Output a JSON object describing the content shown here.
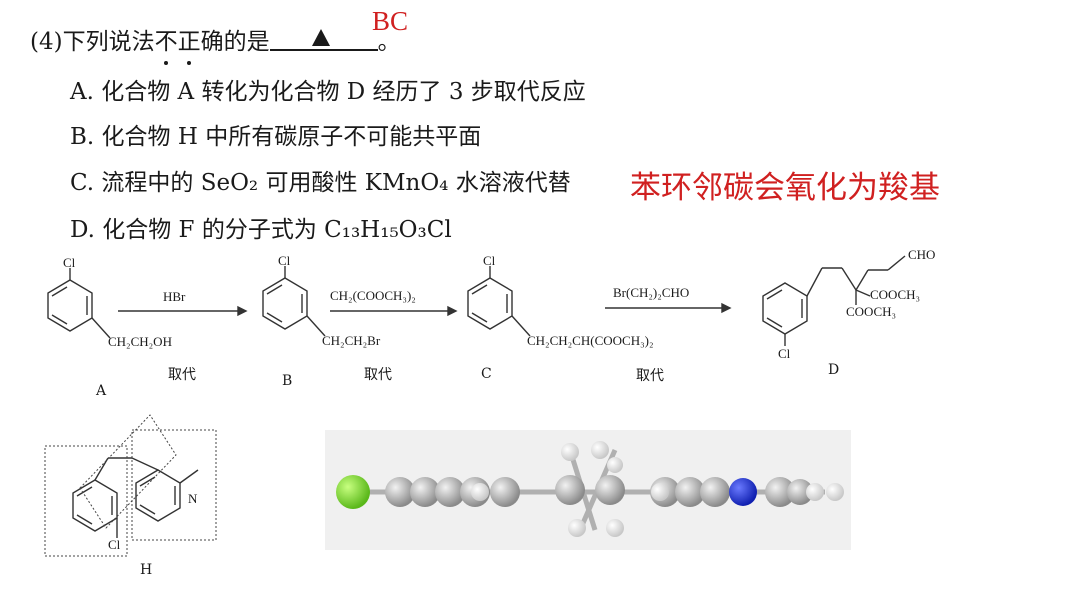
{
  "question": {
    "prefix": "(4)下列说法",
    "dotted": [
      "不",
      "正"
    ],
    "suffix": "确的是",
    "end": "。",
    "answer": "BC"
  },
  "options": [
    "A. 化合物 A 转化为化合物 D 经历了 3 步取代反应",
    "B. 化合物 H 中所有碳原子不可能共平面",
    "C. 流程中的 SeO₂ 可用酸性 KMnO₄ 水溶液代替",
    "D. 化合物 F 的分子式为 C₁₃H₁₅O₃Cl"
  ],
  "note": "苯环邻碳会氧化为羧基",
  "scheme": {
    "A": {
      "label": "A",
      "subst": "Cl",
      "chain": "CH₂CH₂OH"
    },
    "arrow1": {
      "reagent": "HBr",
      "type": "取代"
    },
    "B": {
      "label": "B",
      "subst": "Cl",
      "chain": "CH₂CH₂Br"
    },
    "arrow2": {
      "reagent": "CH₂(COOCH₃)₂",
      "type": "取代"
    },
    "C": {
      "label": "C",
      "subst": "Cl",
      "chain": "CH₂CH₂CH(COOCH₃)₂"
    },
    "arrow3": {
      "reagent": "Br(CH₂)₂CHO",
      "type": "取代"
    },
    "D": {
      "label": "D",
      "subst": "Cl",
      "cho": "CHO",
      "ester1": "COOCH₃",
      "ester2": "COOCH₃"
    }
  },
  "H": {
    "label": "H",
    "cl": "Cl",
    "n": "N"
  }
}
